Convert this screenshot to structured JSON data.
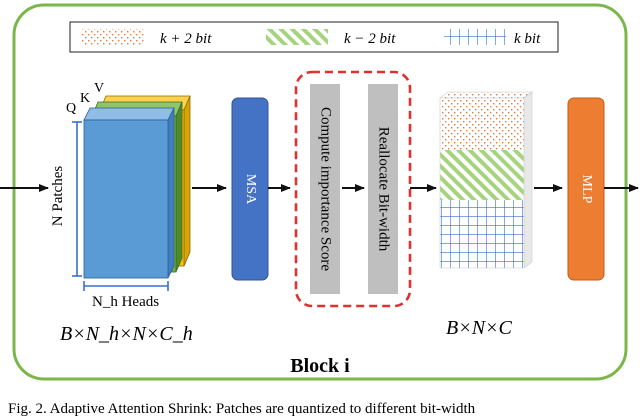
{
  "legend": {
    "items": [
      {
        "label": "k + 2 bit",
        "pattern": "dots-orange",
        "color": "#e07b39"
      },
      {
        "label": "k − 2 bit",
        "pattern": "stripes-green",
        "color": "#8ec96a"
      },
      {
        "label": "k bit",
        "pattern": "grid-blue",
        "color": "#3a6fd1"
      }
    ]
  },
  "tensor": {
    "q_label": "Q",
    "k_label": "K",
    "v_label": "V",
    "n_patches_label": "N Patches",
    "heads_label": "N_h Heads",
    "shape_label": "B×N_h×N×C_h"
  },
  "blocks": {
    "msa": "MSA",
    "compute_importance": "Compute importance Score",
    "reallocate_bitwidth": "Reallocate Bit-width",
    "mlp": "MLP"
  },
  "activation_shape": "B×N×C",
  "block_title": "Block i",
  "caption": "Fig. 2.  Adaptive Attention Shrink: Patches are quantized to different bit-width",
  "colors": {
    "frame": "#7ab648",
    "msa": "#4472c4",
    "mlp": "#ed7d31",
    "dashed": "#e03030",
    "gray_block": "#bfbfbf",
    "q_fill": "#5b9bd5",
    "k_fill": "#70ad47",
    "v_fill": "#ffc000"
  }
}
